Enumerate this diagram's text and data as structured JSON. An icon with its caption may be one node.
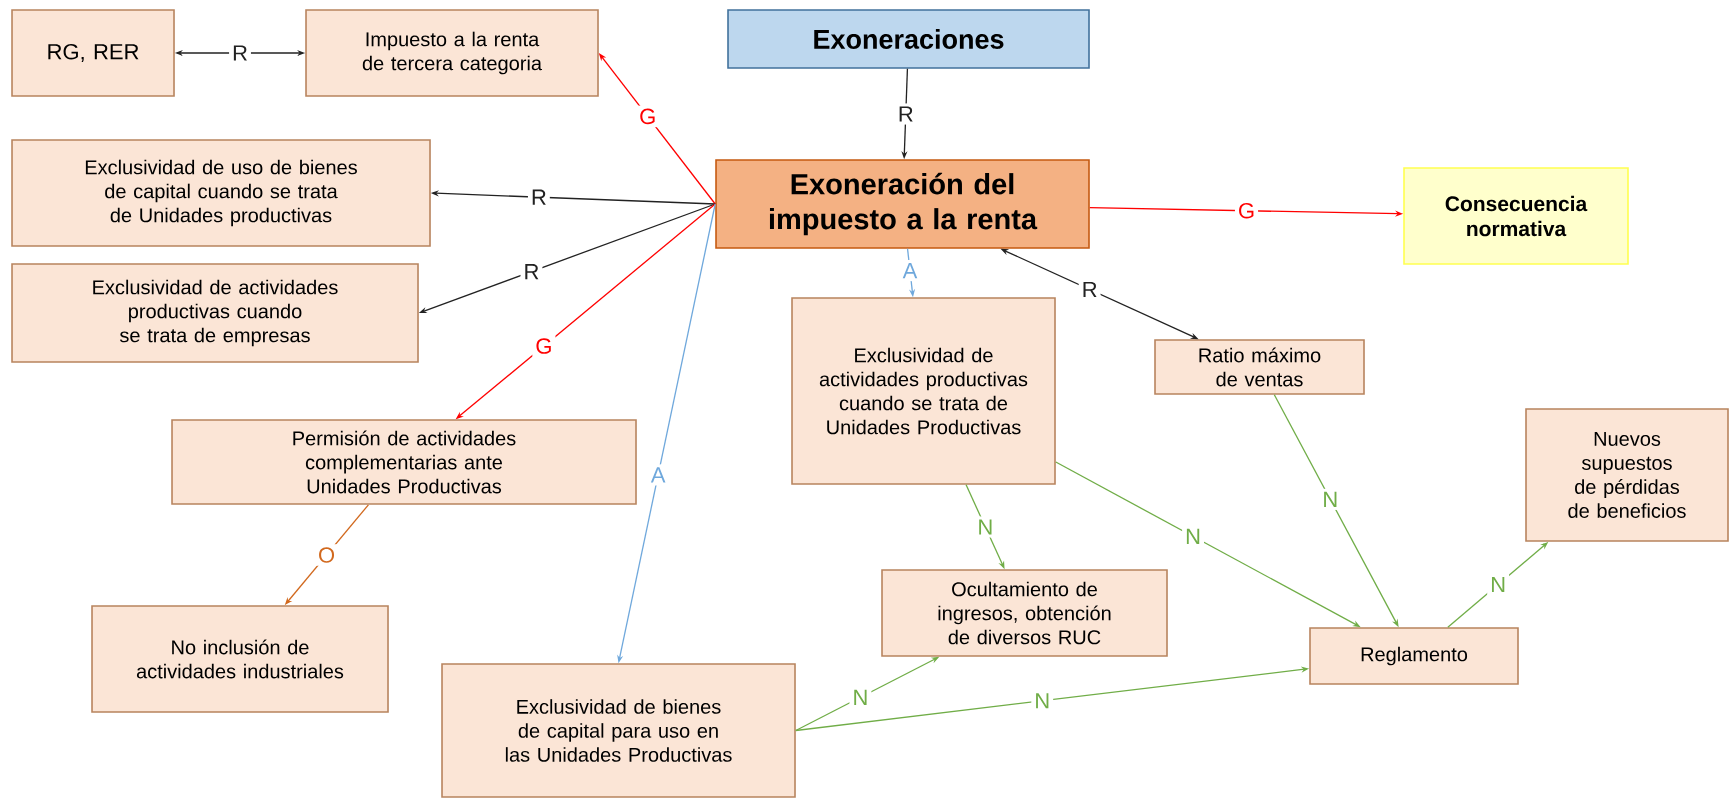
{
  "diagram": {
    "nodes": [
      {
        "text": [
          "RG, RER"
        ]
      },
      {
        "text": [
          "Impuesto a la renta de tercera categoria"
        ]
      },
      {
        "text": [
          "Exoneraciones"
        ]
      },
      {
        "text": [
          "Exoneración del impuesto a la renta"
        ]
      },
      {
        "text": [
          "Exclusividad de uso de bienes de capital cuando se trata de Unidades productivas"
        ]
      },
      {
        "text": [
          "Consecuencia normativa"
        ]
      },
      {
        "text": [
          "Exclusividad de actividades productivas cuando se trata de empresas"
        ]
      },
      {
        "text": [
          "Exclusividad de actividades productivas cuando se trata de Unidades Productivas"
        ]
      },
      {
        "text": [
          "Ratio máximo de ventas"
        ]
      },
      {
        "text": [
          "Permisión de actividades complementarias ante Unidades Productivas"
        ]
      },
      {
        "text": [
          "Nuevos supuestos de pérdidas de beneficios"
        ]
      },
      {
        "text": [
          "Ocultamiento de ingresos, obtención de diversos RUC"
        ]
      },
      {
        "text": [
          "No inclusión de actividades industriales"
        ]
      },
      {
        "text": [
          "Reglamento"
        ]
      },
      {
        "text": [
          "Exclusividad de bienes de capital para uso en las Unidades Productivas"
        ]
      }
    ],
    "edges": [
      {
        "from": 1,
        "to": 0,
        "arrow": "both",
        "label": "R",
        "color": "#222222"
      },
      {
        "from": 3,
        "to": 1,
        "arrow": "to",
        "label": "G",
        "color": "#ff0000"
      },
      {
        "from": 2,
        "to": 3,
        "arrow": "to",
        "label": "R",
        "color": "#222222"
      },
      {
        "from": 3,
        "to": 4,
        "arrow": "to",
        "label": "R",
        "color": "#222222"
      },
      {
        "from": 3,
        "to": 6,
        "arrow": "to",
        "label": "R",
        "color": "#222222"
      },
      {
        "from": 3,
        "to": 9,
        "arrow": "to",
        "label": "G",
        "color": "#ff0000"
      },
      {
        "from": 3,
        "to": 14,
        "arrow": "to",
        "label": "A",
        "color": "#6fa8dc"
      },
      {
        "from": 3,
        "to": 7,
        "arrow": "to",
        "label": "A",
        "color": "#6fa8dc"
      },
      {
        "from": 3,
        "to": 5,
        "arrow": "to",
        "label": "G",
        "color": "#ff0000"
      },
      {
        "from": 3,
        "to": 8,
        "arrow": "both",
        "label": "R",
        "color": "#222222"
      },
      {
        "from": 9,
        "to": 12,
        "arrow": "to",
        "label": "O",
        "color": "#d2691e"
      },
      {
        "from": 7,
        "to": 11,
        "arrow": "to",
        "label": "N"
      },
      {
        "from": 7,
        "to": 13,
        "arrow": "to",
        "label": "N"
      },
      {
        "from": 8,
        "to": 13,
        "arrow": "to",
        "label": "N"
      },
      {
        "from": 14,
        "to": 11,
        "arrow": "to",
        "label": "N"
      },
      {
        "from": 14,
        "to": 13,
        "arrow": "to",
        "label": "N"
      },
      {
        "from": 13,
        "to": 10,
        "arrow": "to",
        "label": "N"
      }
    ]
  }
}
